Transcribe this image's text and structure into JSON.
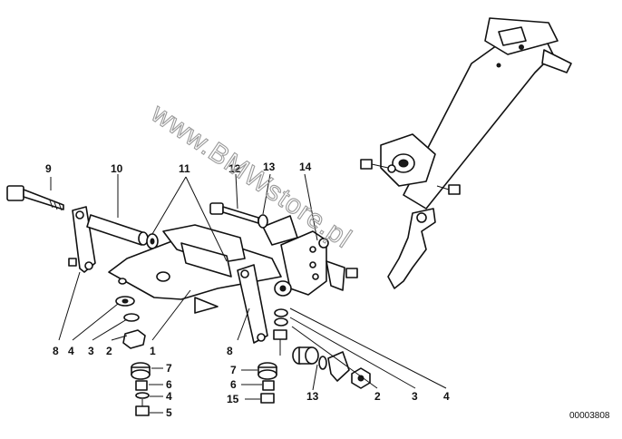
{
  "diagram": {
    "watermark": "www.BMWstore.pl",
    "diagram_id": "00003808",
    "colors": {
      "line": "#111111",
      "background": "#ffffff",
      "watermark": "#9a9a9a"
    },
    "callouts": {
      "c9": "9",
      "c10": "10",
      "c11": "11",
      "c12": "12",
      "c13a": "13",
      "c14": "14",
      "c8a": "8",
      "c4a": "4",
      "c3a": "3",
      "c2a": "2",
      "c1": "1",
      "c7a": "7",
      "c6a": "6",
      "c4b": "4",
      "c5": "5",
      "c8b": "8",
      "c7b": "7",
      "c6b": "6",
      "c15": "15",
      "c13b": "13",
      "c2b": "2",
      "c3b": "3",
      "c4c": "4"
    }
  }
}
